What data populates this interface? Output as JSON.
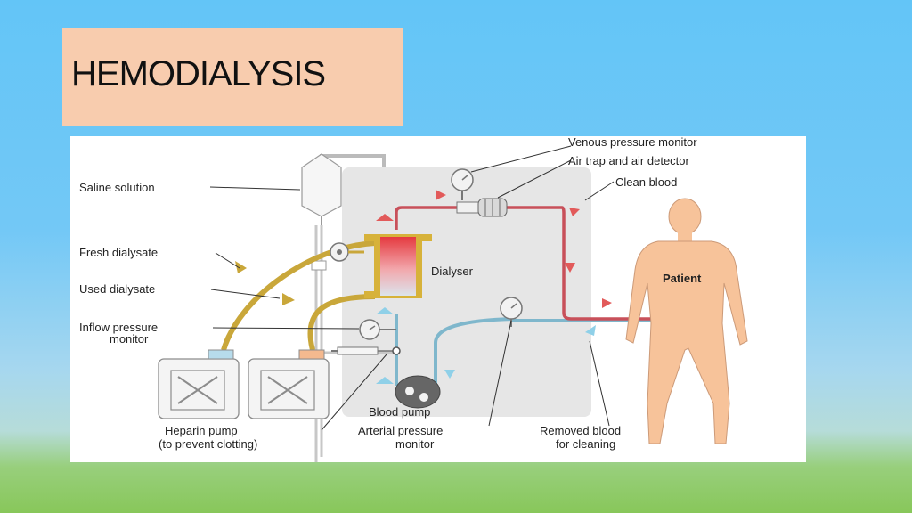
{
  "slide": {
    "title": "HEMODIALYSIS"
  },
  "diagram": {
    "labels": {
      "venous_pressure_monitor": "Venous pressure monitor",
      "air_trap": "Air trap and air detector",
      "clean_blood": "Clean blood",
      "saline_solution": "Saline solution",
      "fresh_dialysate": "Fresh dialysate",
      "used_dialysate": "Used dialysate",
      "inflow_line1": "Inflow pressure",
      "inflow_line2": "monitor",
      "dialyser": "Dialyser",
      "patient": "Patient",
      "blood_pump": "Blood pump",
      "heparin_line1": "Heparin pump",
      "heparin_line2": "(to prevent clotting)",
      "arterial_line1": "Arterial pressure",
      "arterial_line2": "monitor",
      "removed_line1": "Removed blood",
      "removed_line2": "for cleaning"
    },
    "colors": {
      "clean_blood": "#c8505a",
      "removed_blood": "#7fb7cc",
      "dialysate": "#c9a73a",
      "panel": "#e6e6e6",
      "skin": "#f7c39a"
    }
  }
}
